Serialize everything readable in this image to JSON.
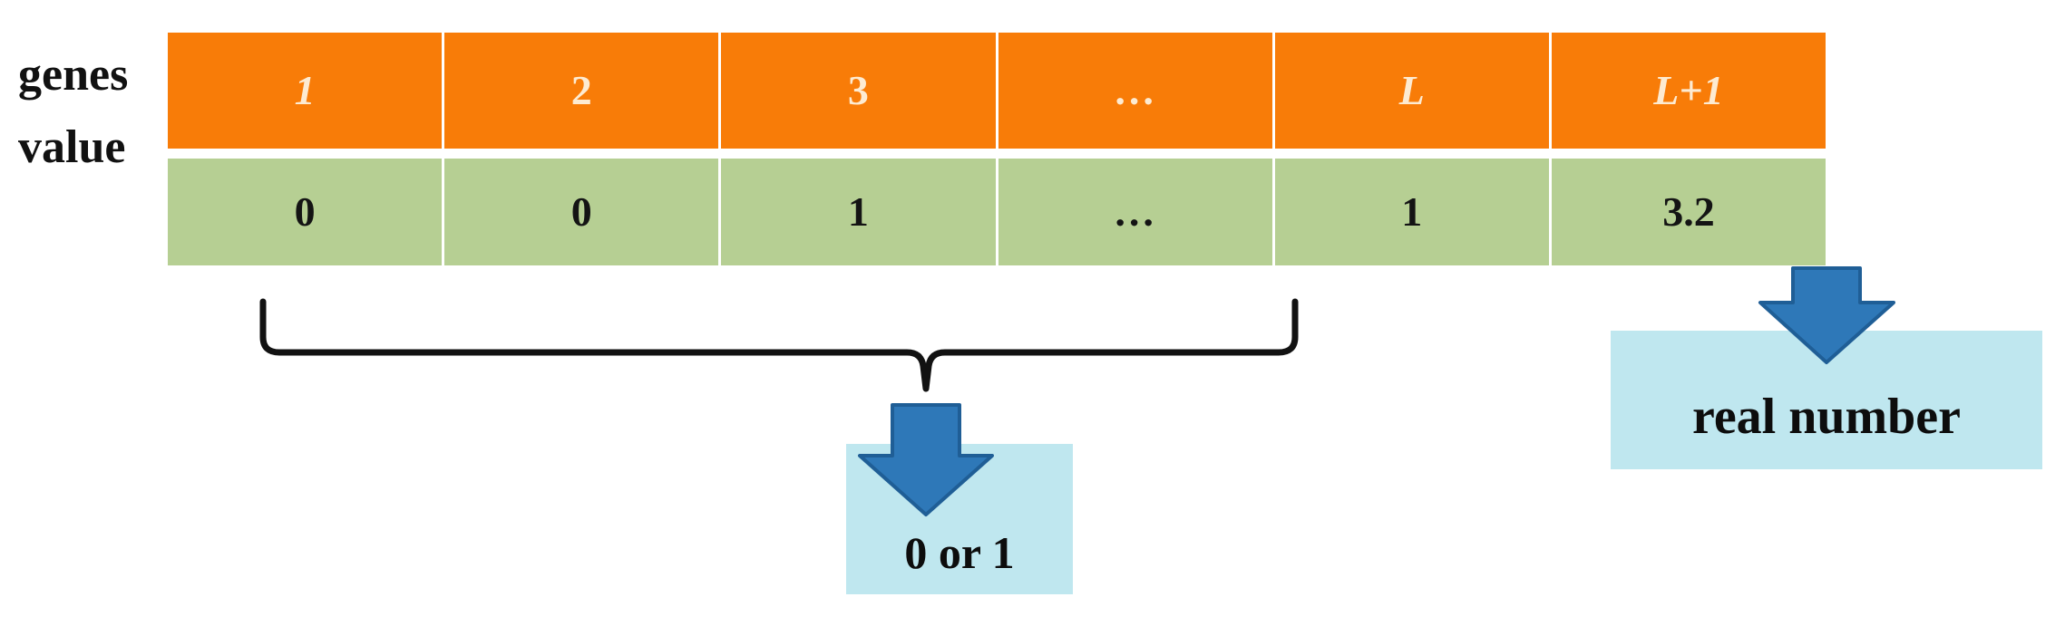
{
  "diagram": {
    "title": "chromosome-encoding-scheme",
    "row_labels": {
      "genes": "genes",
      "value": "value"
    },
    "table": {
      "columns": 6,
      "gene_row": [
        {
          "text": "1",
          "italic": false
        },
        {
          "text": "2",
          "italic": false
        },
        {
          "text": "3",
          "italic": false
        },
        {
          "text": "…",
          "italic": false
        },
        {
          "text": "L",
          "italic": true
        },
        {
          "text": "L+1",
          "italic": true
        }
      ],
      "value_row": [
        {
          "text": "0"
        },
        {
          "text": "0"
        },
        {
          "text": "1"
        },
        {
          "text": "…"
        },
        {
          "text": "1"
        },
        {
          "text": "3.2"
        }
      ]
    },
    "annotations": {
      "binary_box_label": "0 or 1",
      "real_box_label": "real number"
    },
    "colors": {
      "gene_row_fill": "#F87C08",
      "gene_row_text": "#FDEBD2",
      "value_row_fill": "#B6CF93",
      "value_row_text": "#141414",
      "result_box_fill": "#BFE7EF",
      "arrow_fill": "#2E78B8",
      "arrow_stroke": "#1F5E96",
      "brace_stroke": "#121212",
      "label_text": "#111111",
      "background": "#FFFFFF"
    }
  }
}
